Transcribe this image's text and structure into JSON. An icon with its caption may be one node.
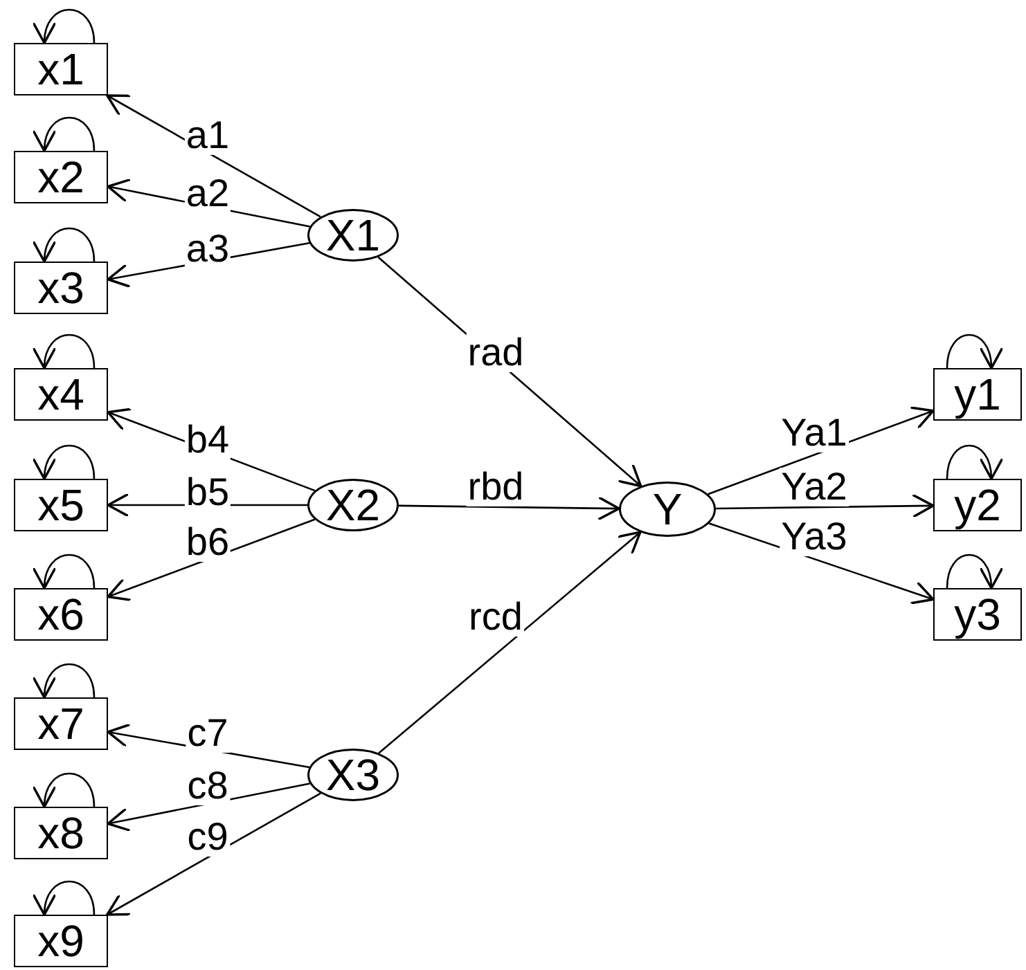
{
  "diagram": {
    "nodes": [
      {
        "text": [
          "x1"
        ]
      },
      {
        "text": [
          "x2"
        ]
      },
      {
        "text": [
          "x3"
        ]
      },
      {
        "text": [
          "x4"
        ]
      },
      {
        "text": [
          "x5"
        ]
      },
      {
        "text": [
          "x6"
        ]
      },
      {
        "text": [
          "x7"
        ]
      },
      {
        "text": [
          "x8"
        ]
      },
      {
        "text": [
          "x9"
        ]
      },
      {
        "text": [
          "X1"
        ]
      },
      {
        "text": [
          "X2"
        ]
      },
      {
        "text": [
          "X3"
        ]
      },
      {
        "text": [
          "Y"
        ]
      },
      {
        "text": [
          "y1"
        ]
      },
      {
        "text": [
          "y2"
        ]
      },
      {
        "text": [
          "y3"
        ]
      }
    ],
    "edges": [
      {
        "from": 9,
        "to": 0,
        "arrow": "to",
        "label": "a1"
      },
      {
        "from": 9,
        "to": 1,
        "arrow": "to",
        "label": "a2"
      },
      {
        "from": 9,
        "to": 2,
        "arrow": "to",
        "label": "a3"
      },
      {
        "from": 10,
        "to": 3,
        "arrow": "to",
        "label": "b4"
      },
      {
        "from": 10,
        "to": 4,
        "arrow": "to",
        "label": "b5"
      },
      {
        "from": 10,
        "to": 5,
        "arrow": "to",
        "label": "b6"
      },
      {
        "from": 11,
        "to": 6,
        "arrow": "to",
        "label": "c7"
      },
      {
        "from": 11,
        "to": 7,
        "arrow": "to",
        "label": "c8"
      },
      {
        "from": 11,
        "to": 8,
        "arrow": "to",
        "label": "c9"
      },
      {
        "from": 9,
        "to": 12,
        "arrow": "to",
        "label": "rad"
      },
      {
        "from": 10,
        "to": 12,
        "arrow": "to",
        "label": "rbd"
      },
      {
        "from": 11,
        "to": 12,
        "arrow": "to",
        "label": "rcd"
      },
      {
        "from": 12,
        "to": 13,
        "arrow": "to",
        "label": "Ya1"
      },
      {
        "from": 12,
        "to": 14,
        "arrow": "to",
        "label": "Ya2"
      },
      {
        "from": 12,
        "to": 15,
        "arrow": "to",
        "label": "Ya3"
      },
      {
        "from": 0,
        "to": 0,
        "arrow": "to"
      },
      {
        "from": 1,
        "to": 1,
        "arrow": "to"
      },
      {
        "from": 2,
        "to": 2,
        "arrow": "to"
      },
      {
        "from": 3,
        "to": 3,
        "arrow": "to"
      },
      {
        "from": 4,
        "to": 4,
        "arrow": "to"
      },
      {
        "from": 5,
        "to": 5,
        "arrow": "to"
      },
      {
        "from": 6,
        "to": 6,
        "arrow": "to"
      },
      {
        "from": 7,
        "to": 7,
        "arrow": "to"
      },
      {
        "from": 8,
        "to": 8,
        "arrow": "to"
      },
      {
        "from": 13,
        "to": 13,
        "arrow": "to"
      },
      {
        "from": 14,
        "to": 14,
        "arrow": "to"
      },
      {
        "from": 15,
        "to": 15,
        "arrow": "to"
      }
    ]
  }
}
